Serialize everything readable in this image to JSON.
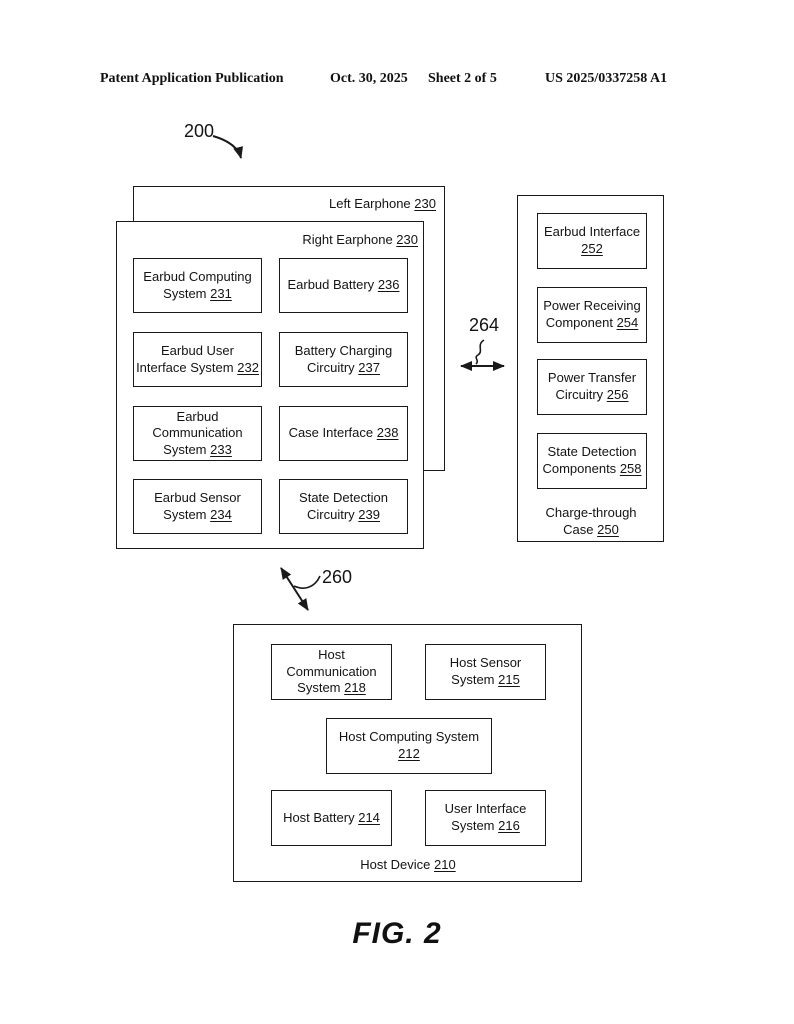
{
  "header": {
    "publication": "Patent Application Publication",
    "date": "Oct. 30, 2025",
    "sheet": "Sheet 2 of 5",
    "patent_number": "US 2025/0337258 A1"
  },
  "figure": {
    "caption": "FIG. 2",
    "system_ref": "200"
  },
  "connectors": {
    "earphone_host_ref": "260",
    "earphone_case_ref": "264"
  },
  "left_earphone": {
    "label": "Left Earphone",
    "ref": "230"
  },
  "right_earphone": {
    "label": "Right Earphone",
    "ref": "230",
    "components": [
      {
        "label": "Earbud Computing System",
        "ref": "231"
      },
      {
        "label": "Earbud User Interface System",
        "ref": "232"
      },
      {
        "label": "Earbud Communication System",
        "ref": "233"
      },
      {
        "label": "Earbud Sensor System",
        "ref": "234"
      },
      {
        "label": "Earbud Battery",
        "ref": "236"
      },
      {
        "label": "Battery Charging Circuitry",
        "ref": "237"
      },
      {
        "label": "Case Interface",
        "ref": "238"
      },
      {
        "label": "State Detection Circuitry",
        "ref": "239"
      }
    ]
  },
  "case": {
    "label": "Charge-through Case",
    "ref": "250",
    "components": [
      {
        "label": "Earbud Interface",
        "ref": "252"
      },
      {
        "label": "Power Receiving Component",
        "ref": "254"
      },
      {
        "label": "Power Transfer Circuitry",
        "ref": "256"
      },
      {
        "label": "State Detection Components",
        "ref": "258"
      }
    ]
  },
  "host": {
    "label": "Host Device",
    "ref": "210",
    "components": [
      {
        "label": "Host Communication System",
        "ref": "218"
      },
      {
        "label": "Host Sensor System",
        "ref": "215"
      },
      {
        "label": "Host Computing System",
        "ref": "212"
      },
      {
        "label": "Host Battery",
        "ref": "214"
      },
      {
        "label": "User Interface System",
        "ref": "216"
      }
    ]
  }
}
